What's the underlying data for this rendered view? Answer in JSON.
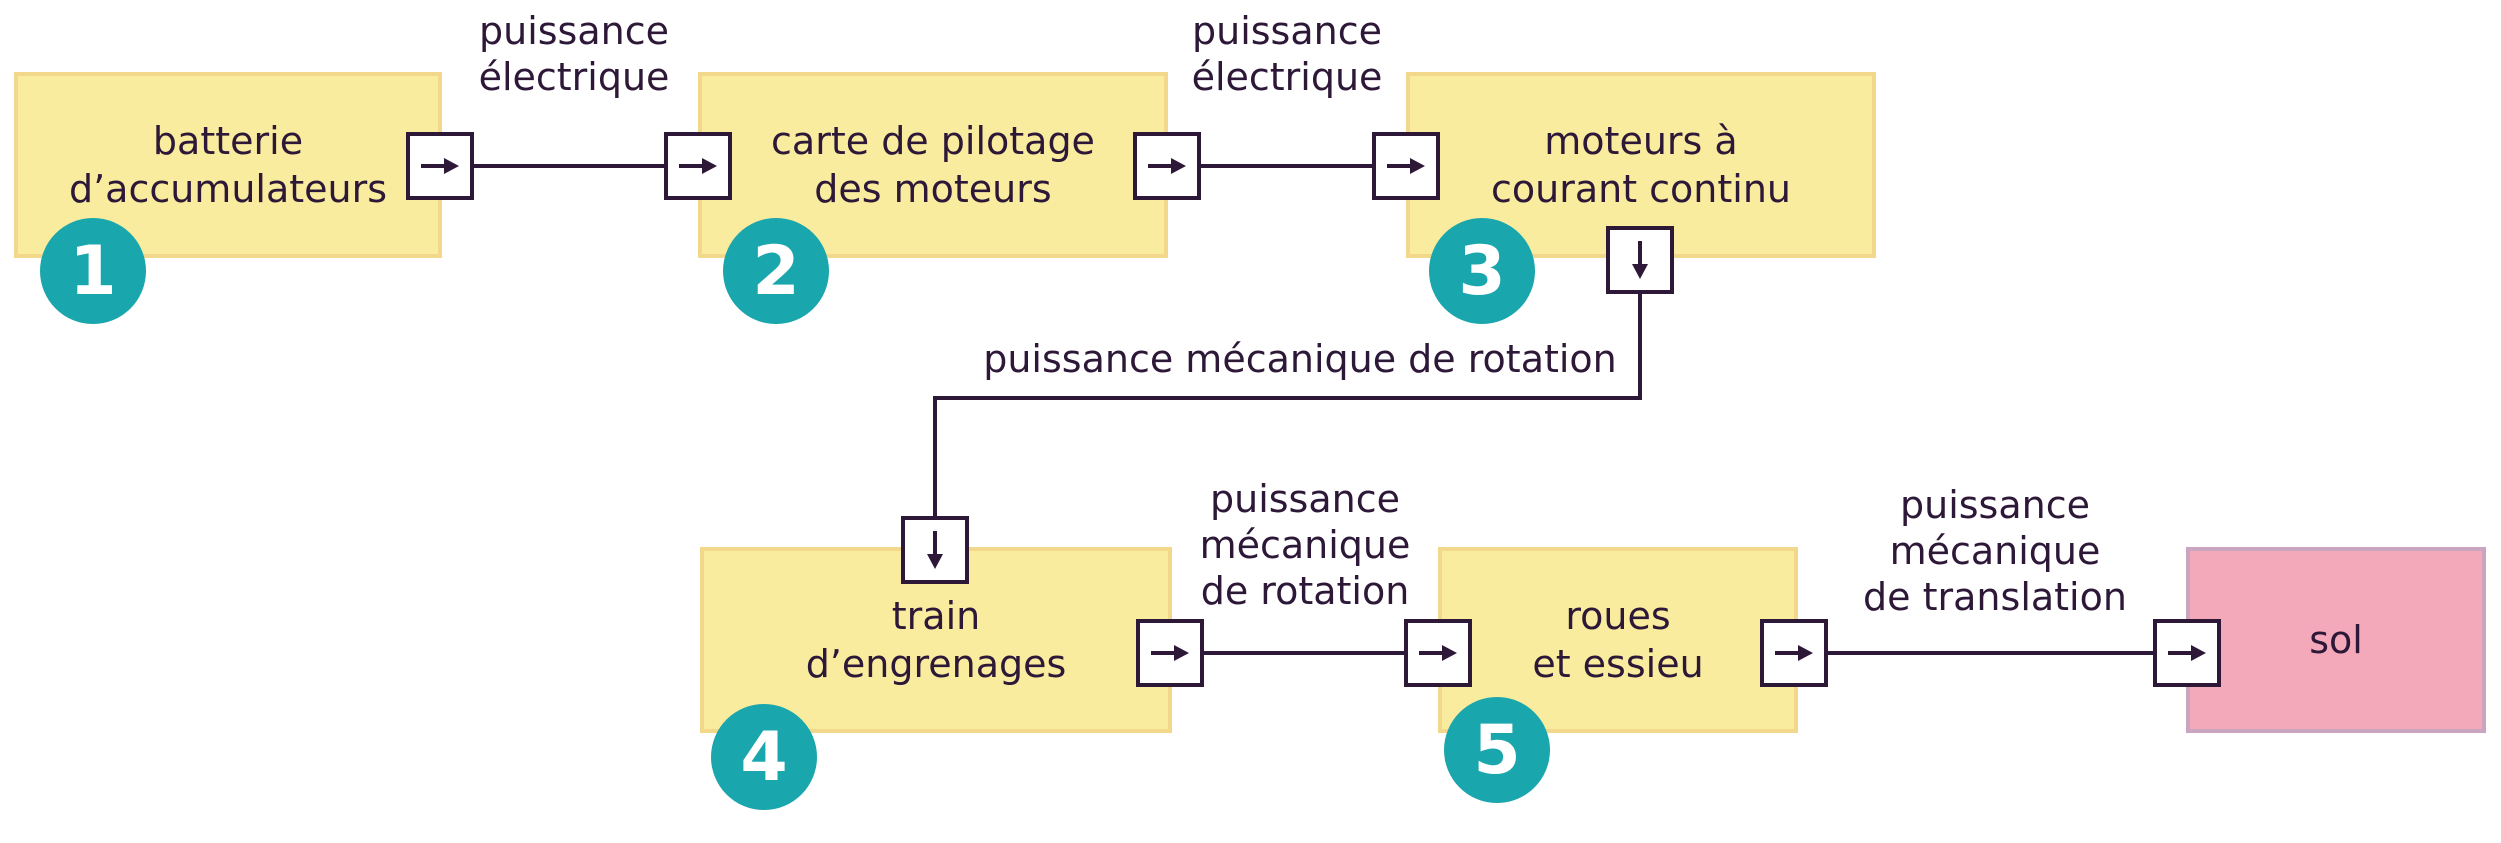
{
  "blocks": [
    {
      "text": "batterie\nd’accumulateurs",
      "number": "1"
    },
    {
      "text": "carte de pilotage\ndes moteurs",
      "number": "2"
    },
    {
      "text": "moteurs à\ncourant continu",
      "number": "3"
    },
    {
      "text": "train\nd’engrenages",
      "number": "4"
    },
    {
      "text": "roues\net essieu",
      "number": "5"
    },
    {
      "text": "sol"
    }
  ],
  "flows": [
    {
      "label": "puissance\nélectrique"
    },
    {
      "label": "puissance\nélectrique"
    },
    {
      "label": "puissance mécanique de rotation"
    },
    {
      "label": "puissance\nmécanique\nde rotation"
    },
    {
      "label": "puissance\nmécanique\nde translation"
    }
  ],
  "colors": {
    "block_fill": "#f9ec9f",
    "block_border": "#f3d88c",
    "ground_fill": "#f3a9b9",
    "badge": "#1aa6ad",
    "line": "#2d1838"
  },
  "icons": {
    "port_right": "arrow-right-icon",
    "port_down": "arrow-down-icon"
  }
}
